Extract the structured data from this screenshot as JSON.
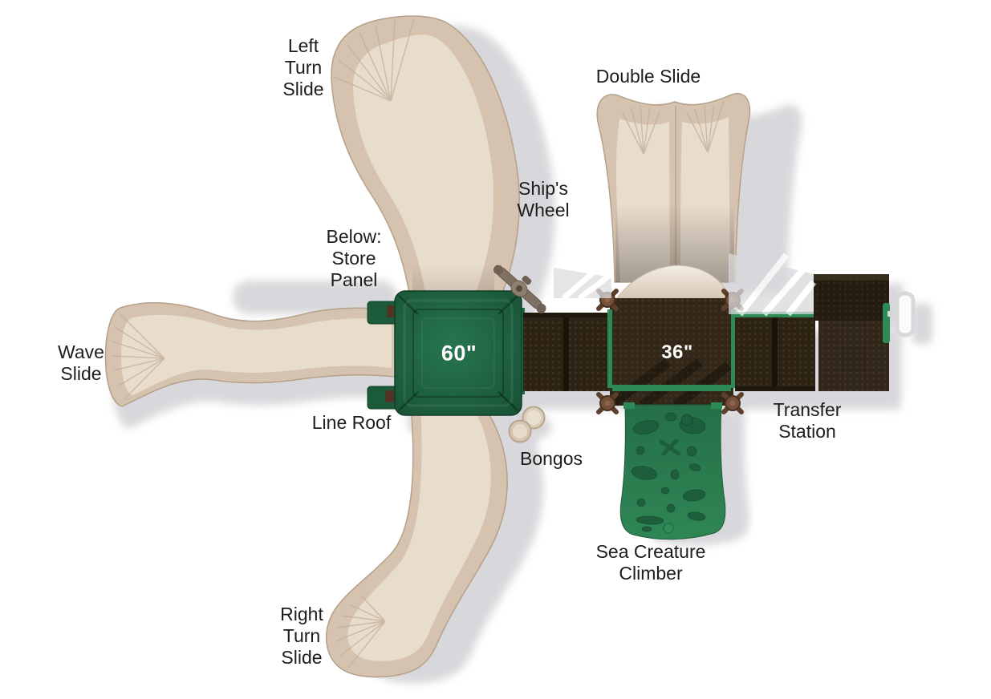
{
  "diagram": {
    "type": "playground-equipment-top-view",
    "labels": {
      "left_turn_slide": "Left\nTurn\nSlide",
      "double_slide": "Double Slide",
      "ships_wheel": "Ship's\nWheel",
      "below_store_panel": "Below:\nStore\nPanel",
      "wave_slide": "Wave\nSlide",
      "line_roof": "Line Roof",
      "bongos": "Bongos",
      "transfer_station": "Transfer\nStation",
      "sea_creature_climber": "Sea Creature\nClimber",
      "right_turn_slide": "Right\nTurn\nSlide",
      "roof_size": "60\"",
      "deck_size": "36\""
    },
    "colors": {
      "background": "#ffffff",
      "slide_tan": "#d5c3b0",
      "slide_channel_tan": "#e8dccd",
      "roof_green": "#1d5c3d",
      "climber_green": "#2a7b50",
      "climber_blob_green": "#1d5f3c",
      "trim_green": "#2e8a55",
      "deck_brown": "#2f2617",
      "post_brown": "#74503a",
      "shadow_gray": "#d4d4d8",
      "label_text": "#1d1d1d",
      "size_text": "#ffffff"
    }
  }
}
